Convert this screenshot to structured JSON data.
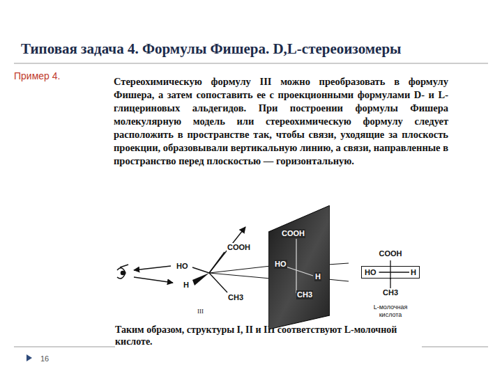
{
  "diagram": {
    "title": "Типовая задача 4. Формулы Фишера. D,L-стереоизомеры",
    "caption": "Таким образом, структуры I, II и III соответствуют L-молочной кислоте.",
    "nodes": [
      {
        "text": [
          "COOH",
          "HO",
          "H",
          "CH3"
        ]
      },
      {
        "text": [
          "HO",
          "H"
        ]
      }
    ],
    "labels": [
      "Пример 4.",
      "Стереохимическую формулу III можно преобразовать в формулу Фишера, а затем сопоставить ее с проекционными формулами D- и L-глицериновых альдегидов. При построении формулы Фишера молекулярную модель или стереохимическую формулу следует расположить в пространстве так, чтобы связи, уходящие за плоскость проекции, образовывали вертикальную линию, а связи, направленные в пространство перед плоскостью — горизонтальную.",
      "COOH",
      "HO",
      "H",
      "CH3",
      "III",
      "COOH",
      "CH3",
      "L-молочная кислота",
      "16"
    ]
  }
}
